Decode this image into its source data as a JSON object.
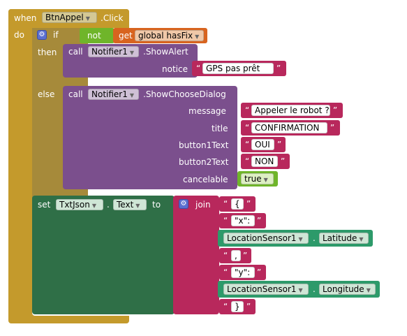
{
  "when_block": {
    "when_label": "when",
    "component": "BtnAppel",
    "event": ".Click",
    "do_label": "do"
  },
  "if_block": {
    "if_label": "if",
    "not_label": "not",
    "get_label": "get",
    "variable": "global hasFix",
    "then_label": "then",
    "else_label": "else"
  },
  "show_alert": {
    "call_label": "call",
    "component": "Notifier1",
    "method": ".ShowAlert",
    "param_notice": "notice",
    "notice_value": "GPS pas prêt"
  },
  "choose_dialog": {
    "call_label": "call",
    "component": "Notifier1",
    "method": ".ShowChooseDialog",
    "params": [
      {
        "label": "message",
        "value": "Appeler le robot ?"
      },
      {
        "label": "title",
        "value": "CONFIRMATION"
      },
      {
        "label": "button1Text",
        "value": "OUI"
      },
      {
        "label": "button2Text",
        "value": "NON"
      }
    ],
    "cancelable_label": "cancelable",
    "cancelable_value": "true"
  },
  "set_block": {
    "set_label": "set",
    "component": "TxtJson",
    "dot": ".",
    "property": "Text",
    "to_label": "to",
    "join_label": "join",
    "items": [
      "{",
      "\"x\":",
      "LocationSensor1 . Latitude",
      ",",
      "\"y\":",
      "LocationSensor1 . Longitude",
      "}"
    ],
    "strings": {
      "open": "{",
      "xkey": "\"x\":",
      "comma": ",",
      "ykey": "\"y\":",
      "close": "}"
    },
    "sensor_component": "LocationSensor1",
    "latitude": "Latitude",
    "longitude": "Longitude"
  },
  "icons": {
    "dropdown": "dropdown-arrow-icon",
    "mutator": "gear-icon",
    "quote": "quote-mark-icon"
  },
  "colors": {
    "event": "#c49a2c",
    "procedure": "#7b4f8d",
    "set": "#2f6f47",
    "text": "#b8285c",
    "logic": "#6fb52a",
    "variable": "#d8641f",
    "sensor": "#2d9a6a"
  }
}
